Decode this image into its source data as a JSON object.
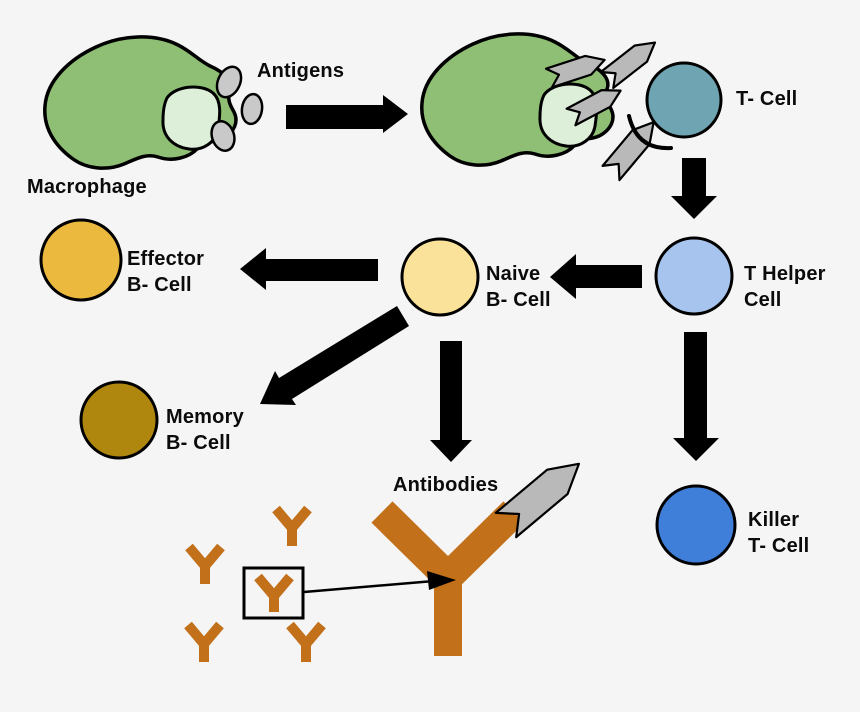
{
  "colors": {
    "background": "#F5F5F5",
    "outline": "#000000",
    "arrow": "#000000",
    "macrophage": "#8FBF75",
    "vacuole": "#DEEFD9",
    "antigen_blob": "#C9C9C9",
    "antigen_fragment": "#B9B9B9",
    "t_cell": "#6FA5B2",
    "t_helper": "#A7C4EF",
    "naive_b_cell": "#FBE29B",
    "effector_b_cell": "#EBB93E",
    "memory_b_cell": "#AF860E",
    "killer_t_cell": "#3F7ED9",
    "antibody": "#C2701A"
  },
  "labels": {
    "antigens": "Antigens",
    "macrophage": "Macrophage",
    "t_cell": "T- Cell",
    "t_helper": "T Helper\nCell",
    "naive_b_cell": "Naive\nB- Cell",
    "effector_b_cell": "Effector\nB- Cell",
    "memory_b_cell": "Memory\nB- Cell",
    "antibodies": "Antibodies",
    "killer_t_cell": "Killer\nT- Cell"
  },
  "arrows": [
    {
      "from": "macrophage",
      "to": "antigen_presenting_macrophage"
    },
    {
      "from": "t_cell",
      "to": "t_helper"
    },
    {
      "from": "t_helper",
      "to": "naive_b_cell"
    },
    {
      "from": "naive_b_cell",
      "to": "effector_b_cell"
    },
    {
      "from": "naive_b_cell",
      "to": "memory_b_cell"
    },
    {
      "from": "naive_b_cell",
      "to": "antibodies"
    },
    {
      "from": "t_helper",
      "to": "killer_t_cell"
    },
    {
      "from": "boxed_antibody",
      "to": "large_antibody"
    }
  ]
}
